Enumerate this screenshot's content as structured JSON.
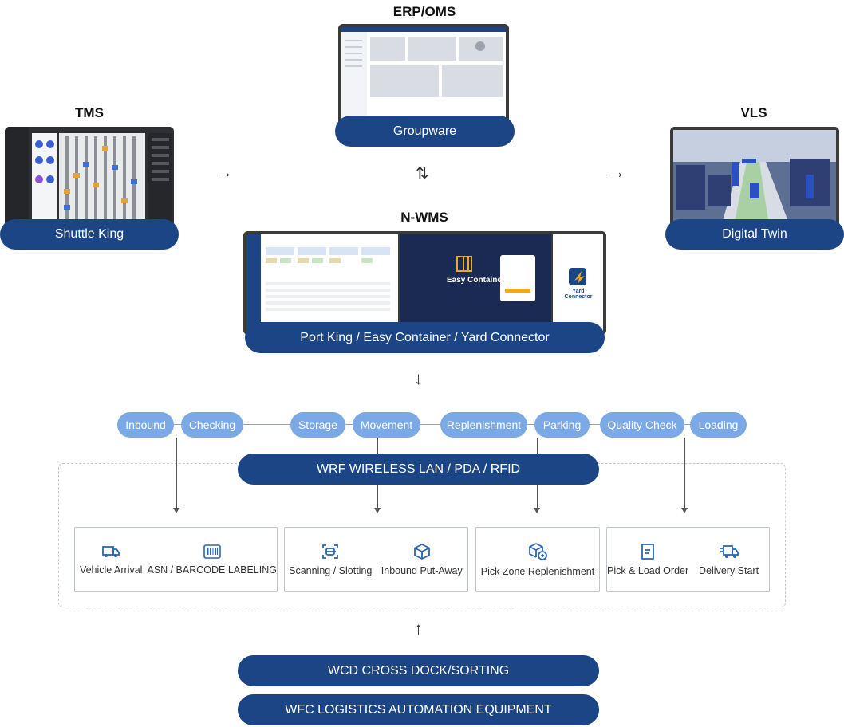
{
  "tms": {
    "title": "TMS",
    "product": "Shuttle King"
  },
  "erp": {
    "title": "ERP/OMS",
    "product": "Groupware"
  },
  "vls": {
    "title": "VLS",
    "product": "Digital Twin"
  },
  "nwms": {
    "title": "N-WMS",
    "product": "Port King / Easy Container / Yard Connector",
    "easy_container_label": "Easy Container",
    "yard_connector_label": "Yard Connector"
  },
  "process_steps": [
    "Inbound",
    "Checking",
    "Storage",
    "Movement",
    "Replenishment",
    "Parking",
    "Quality Check",
    "Loading"
  ],
  "wrf": {
    "label": "WRF WIRELESS LAN / PDA / RFID"
  },
  "cards": [
    {
      "items": [
        {
          "label": "Vehicle Arrival",
          "icon": "truck-icon"
        },
        {
          "label": "ASN / BARCODE LABELING",
          "icon": "barcode-icon"
        }
      ]
    },
    {
      "items": [
        {
          "label": "Scanning / Slotting",
          "icon": "scan-icon"
        },
        {
          "label": "Inbound Put-Away",
          "icon": "box-icon"
        }
      ]
    },
    {
      "items": [
        {
          "label": "Pick Zone Replenishment",
          "icon": "box-refresh-icon"
        }
      ]
    },
    {
      "items": [
        {
          "label": "Pick & Load Order",
          "icon": "document-icon"
        },
        {
          "label": "Delivery Start",
          "icon": "delivery-truck-icon"
        }
      ]
    }
  ],
  "wcd": {
    "label": "WCD CROSS DOCK/SORTING"
  },
  "wfc": {
    "label": "WFC LOGISTICS AUTOMATION EQUIPMENT"
  },
  "colors": {
    "dark_blue": "#1b4585",
    "light_blue": "#7aa9e6",
    "icon_blue": "#2a64b8"
  }
}
